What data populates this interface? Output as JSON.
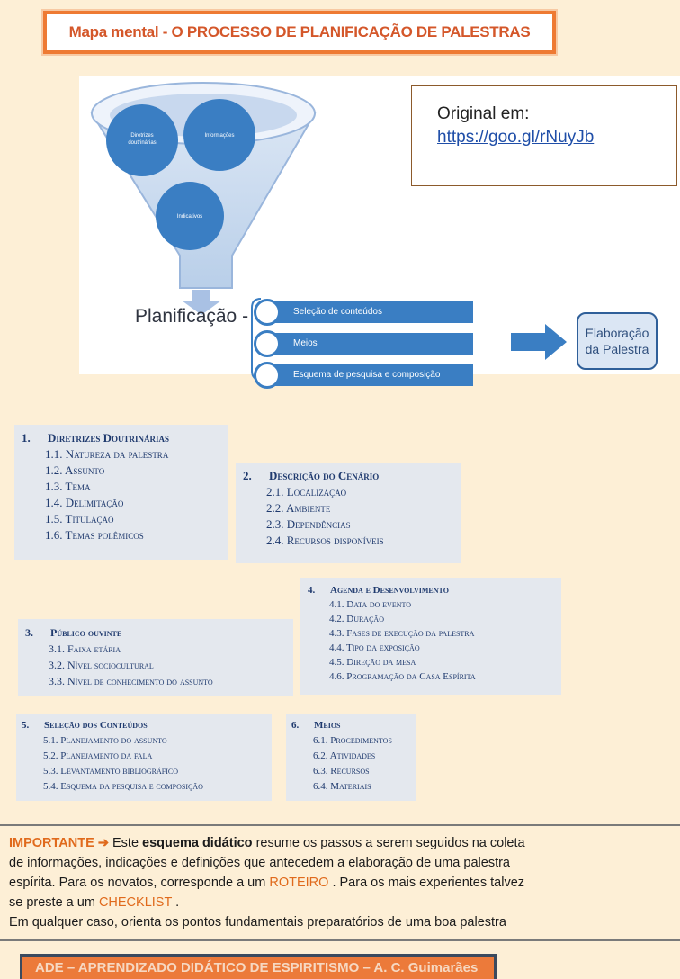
{
  "title": "Mapa mental - O PROCESSO DE PLANIFICAÇÃO DE PALESTRAS",
  "source": {
    "label": "Original em:",
    "link": "https://goo.gl/rNuyJb"
  },
  "funnel": {
    "circles": [
      "Diretrizes doutrinárias",
      "Informações",
      "Indicativos"
    ]
  },
  "planificacao_label": "Planificação -",
  "steps": [
    "Seleção de conteúdos",
    "Meios",
    "Esquema de pesquisa e composição"
  ],
  "result_box": "Elaboração da Palestra",
  "outline": {
    "section1": {
      "number": "1.",
      "title": "Diretrizes Doutrinárias",
      "items": [
        "1.1.  Natureza da palestra",
        "1.2.  Assunto",
        "1.3.  Tema",
        "1.4.  Delimitação",
        "1.5.  Titulação",
        "1.6.  Temas polêmicos"
      ]
    },
    "section2": {
      "number": "2.",
      "title": "Descrição do Cenário",
      "items": [
        "2.1.  Localização",
        "2.2.  Ambiente",
        "2.3.  Dependências",
        "2.4.  Recursos disponíveis"
      ]
    },
    "section3": {
      "number": "3.",
      "title": "Público ouvinte",
      "items": [
        "3.1.  Faixa etária",
        "3.2.  Nível sociocultural",
        "3.3.  Nível de conhecimento do assunto"
      ]
    },
    "section4": {
      "number": "4.",
      "title": "Agenda e Desenvolvimento",
      "items": [
        "4.1.  Data do evento",
        "4.2.  Duração",
        "4.3.  Fases de execução da palestra",
        "4.4.  Tipo da exposição",
        "4.5.  Direção da mesa",
        "4.6.  Programação da Casa Espírita"
      ]
    },
    "section5": {
      "number": "5.",
      "title": "Seleção dos Conteúdos",
      "items": [
        "5.1.  Planejamento do assunto",
        "5.2.  Planejamento da fala",
        "5.3.  Levantamento bibliográfico",
        "5.4.  Esquema da pesquisa e composição"
      ]
    },
    "section6": {
      "number": "6.",
      "title": "Meios",
      "items": [
        "6.1.  Procedimentos",
        "6.2.  Atividades",
        "6.3.  Recursos",
        "6.4.  Materiais"
      ]
    }
  },
  "important": {
    "label": "IMPORTANTE",
    "arrow": "➔",
    "t1": " Este ",
    "bold": "esquema didático",
    "t2": " resume os passos a serem seguidos na coleta",
    "line2": "de informações, indicações e definições que antecedem a elaboração de uma palestra",
    "line3a": "espírita. Para os novatos, corresponde a um ",
    "roteiro": "ROTEIRO",
    "line3b": ". Para os mais experientes talvez",
    "line4a": "se preste a um ",
    "checklist": "CHECKLIST",
    "line4b": ".",
    "line5": "Em qualquer caso, orienta os pontos fundamentais preparatórios de uma boa palestra"
  },
  "footer": "ADE – APRENDIZADO DIDÁTICO DE ESPIRITISMO – A. C. Guimarães"
}
